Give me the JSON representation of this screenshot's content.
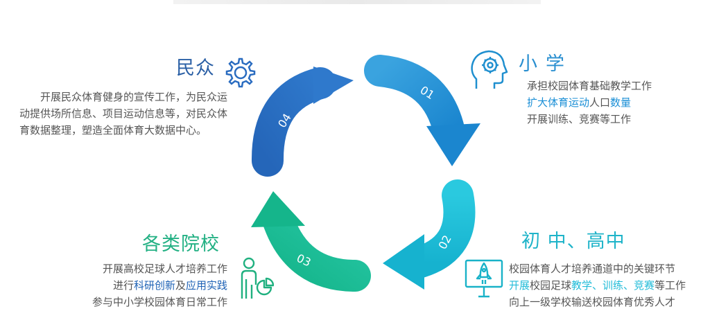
{
  "stages": {
    "minzhong": {
      "title": "民众",
      "desc": "开展民众体育健身的宣传工作，为民众运动提供场所信息、项目运动信息等，对民众体育数据整理，塑造全面体育大数据中心。",
      "arrow_label": "04",
      "color": "#2a5fa5",
      "icon": "gear-icon"
    },
    "xiaoxue": {
      "title": "小学",
      "lines": [
        {
          "plain": "承担校园体育基础教学工作"
        },
        {
          "hl1": "扩大体育运动",
          "mid": "人口",
          "hl2": "数量"
        },
        {
          "plain": "开展训练、竞赛等工作"
        }
      ],
      "arrow_label": "01",
      "color": "#2a8fd0",
      "icon": "head-gear-icon"
    },
    "chuzhong": {
      "title": "初 中、高中",
      "lines": [
        {
          "plain": "校园体育人才培养通道中的关键环节"
        },
        {
          "hl1": "开展",
          "mid": "校园足球",
          "hl2": "教学、训练、竞赛",
          "tail": "等工作"
        },
        {
          "plain": "向上一级学校输送校园体育优秀人才"
        }
      ],
      "arrow_label": "02",
      "color": "#1fb4c9",
      "icon": "rocket-screen-icon"
    },
    "yuanxiao": {
      "title": "各类院校",
      "lines": [
        {
          "plain": "开展高校足球人才培养工作"
        },
        {
          "pre": "进行",
          "hl1": "科研创新",
          "mid": "及",
          "hl2": "应用实践"
        },
        {
          "plain": "参与中小学校园体育日常工作"
        }
      ],
      "arrow_label": "03",
      "color": "#22b083",
      "icon": "person-chart-icon"
    }
  }
}
